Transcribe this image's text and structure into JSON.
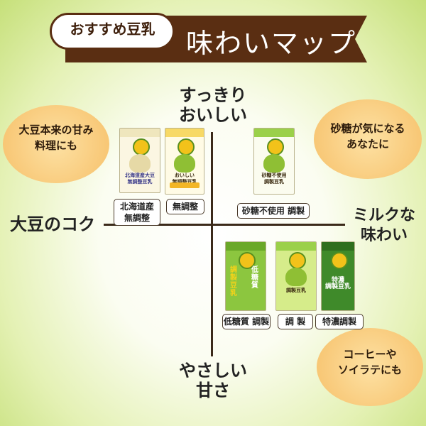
{
  "header": {
    "bubble": "おすすめ豆乳",
    "title": "味わいマップ"
  },
  "axes": {
    "top": [
      "すっきり",
      "おいしい"
    ],
    "bottom": [
      "やさしい",
      "甘さ"
    ],
    "left": "大豆のコク",
    "right": [
      "ミルクな",
      "味わい"
    ]
  },
  "circles": {
    "top_left": [
      "大豆本来の甘み",
      "料理にも"
    ],
    "top_right": [
      "砂糖が気になる",
      "あなたに"
    ],
    "bottom_right": [
      "コーヒーや",
      "ソイラテにも"
    ]
  },
  "products": [
    {
      "id": "hokkaido",
      "carton_text": "北海道産大豆\n無調整豆乳",
      "label": [
        "北海道産",
        "無調整"
      ]
    },
    {
      "id": "mucho",
      "carton_text": "おいしい\n無調整豆乳",
      "label": [
        "無調整"
      ]
    },
    {
      "id": "sato",
      "carton_text": "砂糖不使用\n調製豆乳",
      "label": [
        "砂糖不使用 調製"
      ]
    },
    {
      "id": "teito",
      "carton_text": "調製豆乳",
      "carton_side": "低糖質",
      "label": [
        "低糖質 調製"
      ]
    },
    {
      "id": "chosei",
      "carton_text": "調製豆乳",
      "label": [
        "調 製"
      ]
    },
    {
      "id": "tokuno",
      "carton_text": "特濃\n調製豆乳",
      "label": [
        "特濃調製"
      ]
    }
  ],
  "colors": {
    "banner": "#5a2e12",
    "circle": "#f9cd80",
    "bg_edge": "#c6e07a",
    "carton_green": "#8cc63f"
  }
}
